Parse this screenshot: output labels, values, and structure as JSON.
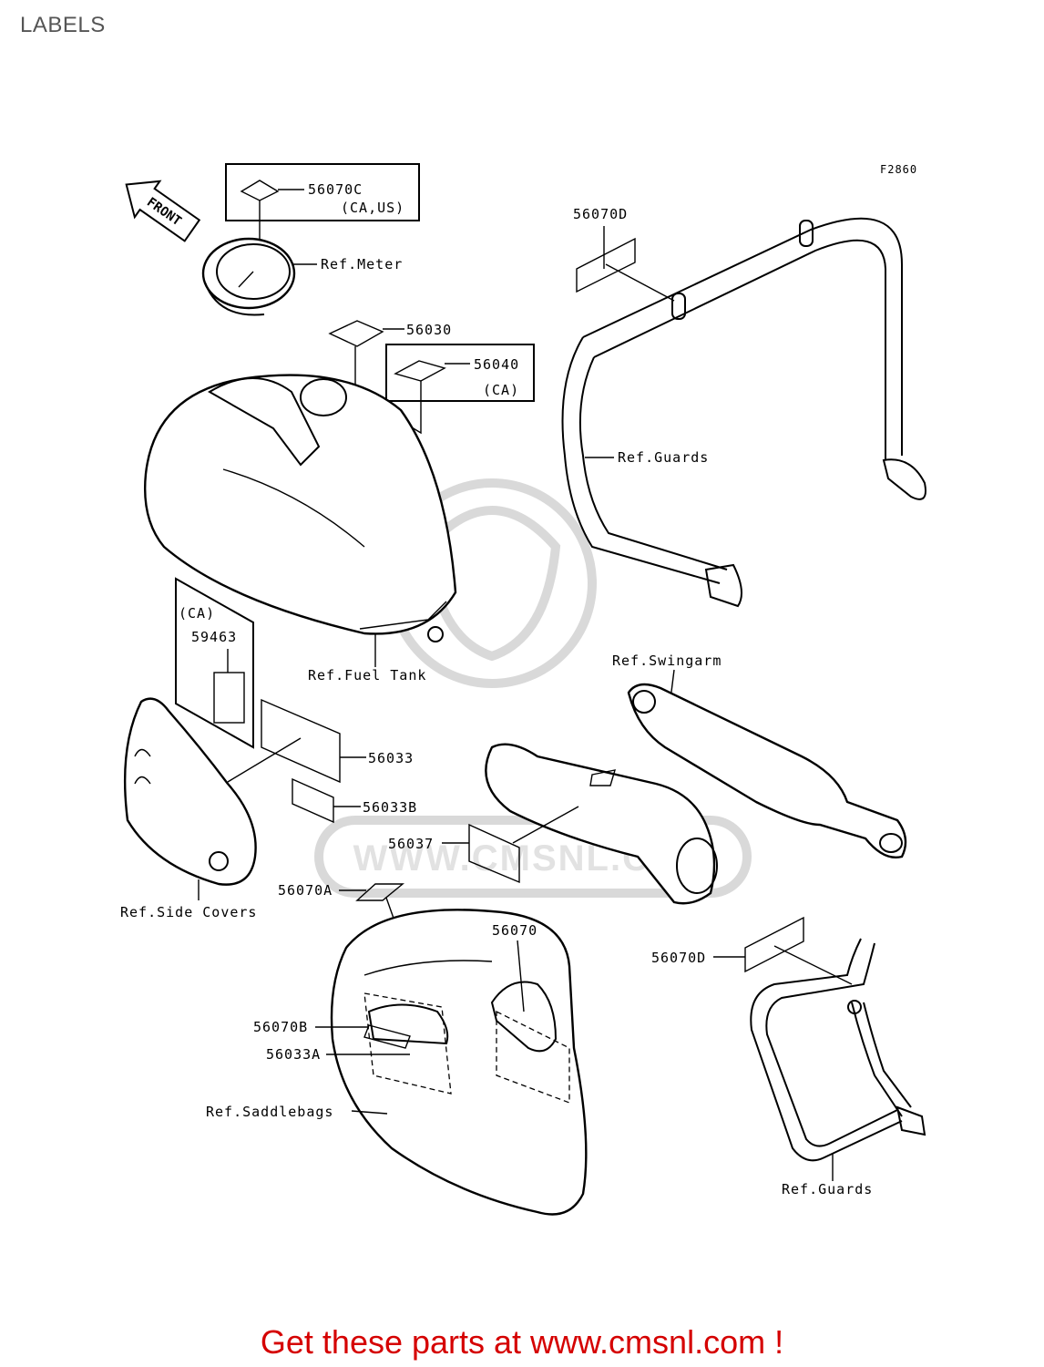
{
  "page": {
    "title": "LABELS"
  },
  "footer": {
    "cta": "Get these parts at www.cmsnl.com !"
  },
  "diagram": {
    "code": "F2860",
    "front_arrow": "FRONT",
    "watermark": "WWW.CMSNL.COM",
    "labels": {
      "p56070C": "56070C",
      "p56070C_note": "(CA,US)",
      "ref_meter": "Ref.Meter",
      "p56030": "56030",
      "p56040": "56040",
      "p56040_note": "(CA)",
      "p56070D_top": "56070D",
      "ref_guards_top": "Ref.Guards",
      "ca_note": "(CA)",
      "p59463": "59463",
      "ref_fuel_tank": "Ref.Fuel Tank",
      "ref_swingarm": "Ref.Swingarm",
      "p56033": "56033",
      "p56033B": "56033B",
      "p56037": "56037",
      "p56070A": "56070A",
      "ref_side_covers": "Ref.Side Covers",
      "p56070": "56070",
      "p56070D_bottom": "56070D",
      "p56070B": "56070B",
      "p56033A": "56033A",
      "ref_saddlebags": "Ref.Saddlebags",
      "ref_guards_bottom": "Ref.Guards"
    }
  }
}
